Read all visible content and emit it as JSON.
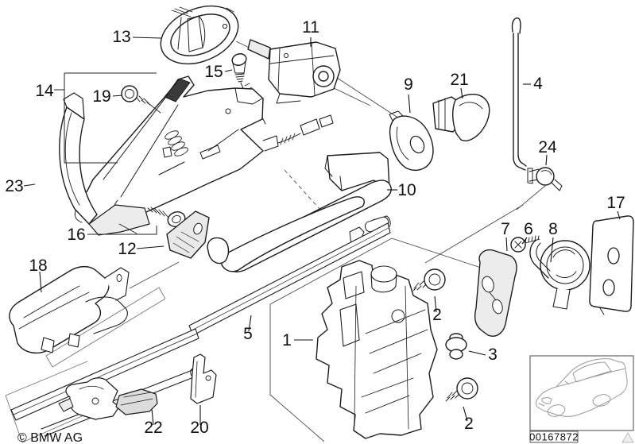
{
  "diagram": {
    "callouts": {
      "c1": "1",
      "c2a": "2",
      "c2b": "2",
      "c3": "3",
      "c4": "4",
      "c5": "5",
      "c6": "6",
      "c7": "7",
      "c8": "8",
      "c9": "9",
      "c10": "10",
      "c11": "11",
      "c12": "12",
      "c13": "13",
      "c14": "14",
      "c15": "15",
      "c16": "16",
      "c17": "17",
      "c18": "18",
      "c19": "19",
      "c20": "20",
      "c21": "21",
      "c22": "22",
      "c23": "23",
      "c24": "24"
    },
    "copyright": "© BMW AG",
    "inset": {
      "diagram_number": "00167872",
      "icon": "bmw-car-outline"
    },
    "colors": {
      "line": "#1c1c1c",
      "background": "#ffffff",
      "inset_line": "#9a9a9a"
    }
  }
}
